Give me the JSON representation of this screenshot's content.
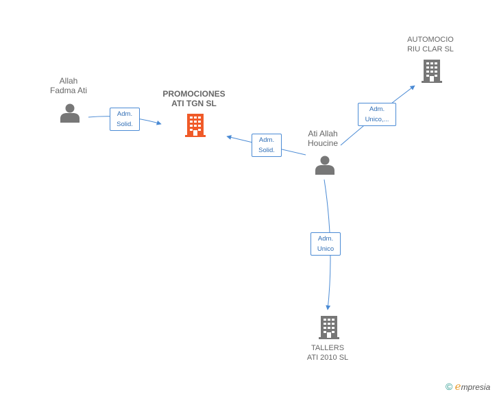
{
  "nodes": {
    "allah": {
      "lines": [
        "Allah",
        "Fadma Ati"
      ],
      "type": "person"
    },
    "promociones": {
      "lines": [
        "PROMOCIONES",
        "ATI TGN  SL"
      ],
      "type": "company-main"
    },
    "ati_allah": {
      "lines": [
        "Ati Allah",
        "Houcine"
      ],
      "type": "person"
    },
    "automocio": {
      "lines": [
        "AUTOMOCIO",
        "RIU CLAR  SL"
      ],
      "type": "company"
    },
    "talleres": {
      "lines": [
        "TALLERS",
        "ATI 2010 SL"
      ],
      "type": "company"
    }
  },
  "edges": {
    "e1": {
      "lines": [
        "Adm.",
        "Solid."
      ]
    },
    "e2": {
      "lines": [
        "Adm.",
        "Solid."
      ]
    },
    "e3": {
      "lines": [
        "Adm.",
        "Unico,..."
      ]
    },
    "e4": {
      "lines": [
        "Adm.",
        "Unico"
      ]
    }
  },
  "colors": {
    "edge": "#4a8ad4",
    "person_icon": "#777777",
    "company_icon": "#777777",
    "main_company_icon": "#f05a28"
  },
  "brand": {
    "copyright": "©",
    "name_first": "e",
    "name_rest": "mpresia"
  }
}
